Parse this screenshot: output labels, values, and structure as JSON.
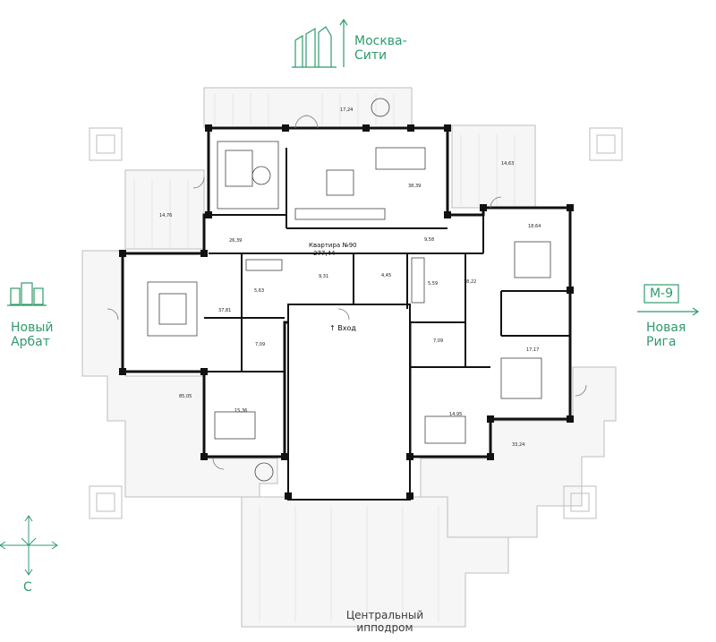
{
  "landmarks": {
    "north": {
      "line1": "Москва-",
      "line2": "Сити"
    },
    "west": {
      "line1": "Новый",
      "line2": "Арбат"
    },
    "east": {
      "badge": "М-9",
      "line1": "Новая",
      "line2": "Рига"
    },
    "south": {
      "line1": "Центральный",
      "line2": "ипподром"
    }
  },
  "compass": {
    "north_letter": "С"
  },
  "apartment": {
    "title": "Квартира №90",
    "area": "277,44",
    "entrance": "↑ Вход"
  },
  "room_areas": {
    "terrace_north": "17,24",
    "terrace_ne": "14,63",
    "terrace_nw": "14,76",
    "living": "38,39",
    "hall_nw": "26,39",
    "hall_top": "9,58",
    "bedroom_ne": "18,64",
    "bath_a": "5,63",
    "corridor": "9,31",
    "bath_b": "4,45",
    "bath_c": "5,59",
    "hall_e": "18,22",
    "bedroom_w": "37,81",
    "bath_w": "7,09",
    "bath_e": "7,09",
    "bedroom_se": "17,17",
    "terrace_w": "85,05",
    "room_sw": "15,36",
    "room_s": "14,95",
    "terrace_se": "33,24"
  },
  "colors": {
    "accent": "#2f9b6c",
    "wall": "#111111",
    "line": "#9a9a9a"
  }
}
